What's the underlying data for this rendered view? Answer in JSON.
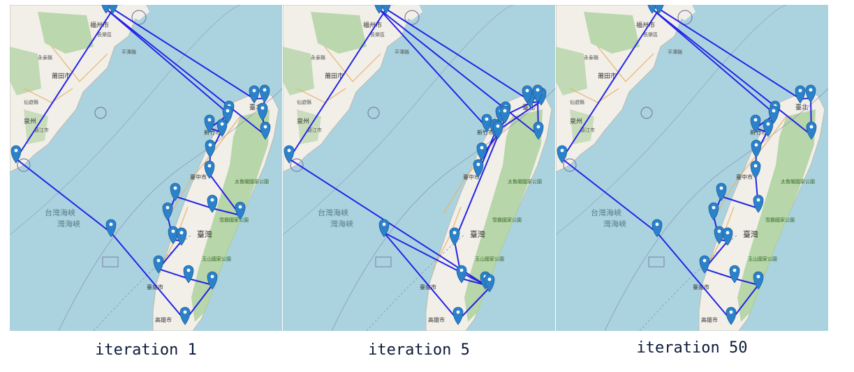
{
  "panels": [
    {
      "caption": "iteration 1",
      "route": [
        0,
        1,
        2,
        3,
        4,
        5,
        6,
        7,
        8,
        9,
        10,
        11,
        12,
        13,
        14,
        15,
        16,
        17,
        18,
        19,
        20,
        21,
        22,
        23,
        0
      ]
    },
    {
      "caption": "iteration 5",
      "route": [
        0,
        24,
        25,
        26,
        27,
        3,
        4,
        28,
        29,
        30,
        31,
        12,
        14,
        15,
        17,
        16,
        32,
        18,
        19,
        20,
        21,
        23,
        0
      ]
    },
    {
      "caption": "iteration 50",
      "route": [
        0,
        1,
        2,
        3,
        4,
        5,
        6,
        8,
        9,
        10,
        11,
        12,
        13,
        14,
        15,
        16,
        17,
        18,
        19,
        20,
        21,
        23,
        0
      ]
    }
  ],
  "map_labels": {
    "sea_zh": "台灣海峽",
    "sea_zh2": "灣海峽",
    "fuzhou": "福州市",
    "putian": "莆田市",
    "quanzhou": "泉州",
    "taipei": "臺北",
    "xinzhu": "新竹市",
    "taizhong": "臺中市",
    "taiwan": "臺灣",
    "tainan": "臺南市",
    "gaoxiong": "高雄市",
    "park1": "太魯閣國家公園",
    "park2": "玉山國家公園",
    "shei": "雪霸國家公園",
    "pingtan": "平潭縣",
    "changle": "長樂區",
    "putian2": "仙遊縣",
    "xianyou": "永泰縣",
    "jinjiang": "晉江市"
  },
  "style": {
    "sea": "#aad3df",
    "land": "#f2efe9",
    "forest": "#add19e",
    "route": "#2323e6",
    "marker": "#2b82cb"
  }
}
